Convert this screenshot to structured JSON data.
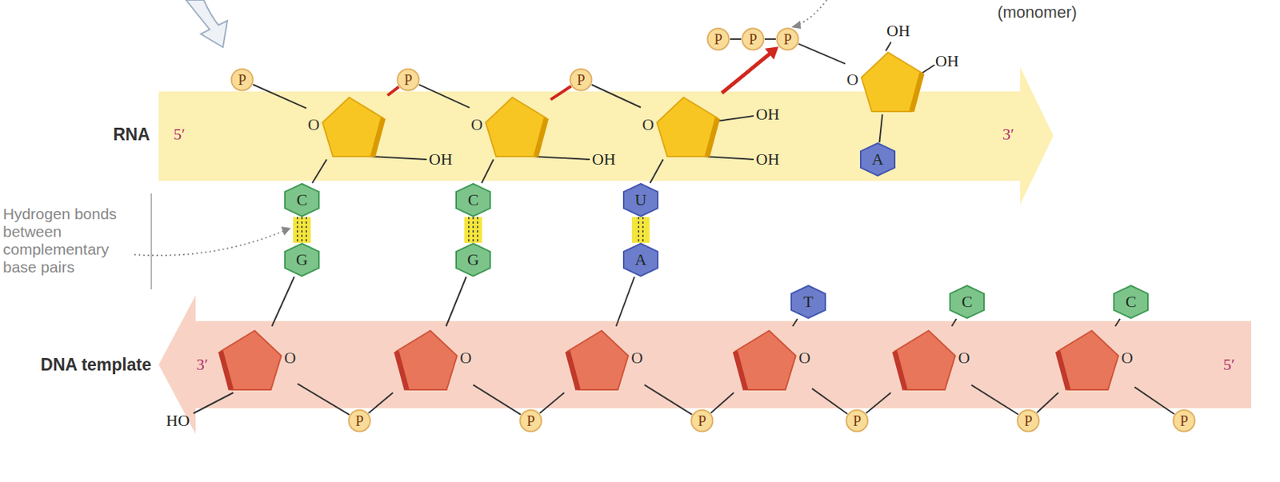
{
  "diagram": {
    "nodes": [
      {
        "text": [
          "P"
        ]
      },
      {
        "text": [
          "O"
        ]
      },
      {
        "text": [
          "P"
        ]
      },
      {
        "text": [
          "O"
        ]
      },
      {
        "text": [
          "P"
        ]
      },
      {
        "text": [
          "O"
        ]
      },
      {
        "text": [
          "P"
        ]
      },
      {
        "text": [
          "P"
        ]
      },
      {
        "text": [
          "P"
        ]
      },
      {
        "text": [
          "O"
        ]
      },
      {
        "text": [
          "C"
        ]
      },
      {
        "text": [
          "C"
        ]
      },
      {
        "text": [
          "U"
        ]
      },
      {
        "text": [
          "A"
        ]
      },
      {
        "text": [
          "G"
        ]
      },
      {
        "text": [
          "G"
        ]
      },
      {
        "text": [
          "A"
        ]
      },
      {
        "text": [
          "T"
        ]
      },
      {
        "text": [
          "C"
        ]
      },
      {
        "text": [
          "C"
        ]
      },
      {
        "text": [
          "O"
        ]
      },
      {
        "text": [
          "O"
        ]
      },
      {
        "text": [
          "O"
        ]
      },
      {
        "text": [
          "O"
        ]
      },
      {
        "text": [
          "O"
        ]
      },
      {
        "text": [
          "O"
        ]
      },
      {
        "text": [
          "P"
        ]
      },
      {
        "text": [
          "P"
        ]
      },
      {
        "text": [
          "P"
        ]
      },
      {
        "text": [
          "P"
        ]
      },
      {
        "text": [
          "P"
        ]
      },
      {
        "text": [
          "P"
        ]
      }
    ],
    "edges": [
      {
        "from": 0,
        "to": 1,
        "arrow": "none"
      },
      {
        "from": 1,
        "to": 2,
        "arrow": "none"
      },
      {
        "from": 2,
        "to": 3,
        "arrow": "none"
      },
      {
        "from": 3,
        "to": 4,
        "arrow": "none"
      },
      {
        "from": 4,
        "to": 5,
        "arrow": "none"
      },
      {
        "from": 5,
        "to": 8,
        "arrow": "to"
      },
      {
        "from": 6,
        "to": 7,
        "arrow": "none"
      },
      {
        "from": 7,
        "to": 8,
        "arrow": "none"
      },
      {
        "from": 8,
        "to": 9,
        "arrow": "none"
      },
      {
        "from": 1,
        "to": 10,
        "arrow": "none"
      },
      {
        "from": 3,
        "to": 11,
        "arrow": "none"
      },
      {
        "from": 5,
        "to": 12,
        "arrow": "none"
      },
      {
        "from": 9,
        "to": 13,
        "arrow": "none"
      },
      {
        "from": 10,
        "to": 14,
        "arrow": "none"
      },
      {
        "from": 11,
        "to": 15,
        "arrow": "none"
      },
      {
        "from": 12,
        "to": 16,
        "arrow": "none"
      },
      {
        "from": 14,
        "to": 20,
        "arrow": "none"
      },
      {
        "from": 15,
        "to": 21,
        "arrow": "none"
      },
      {
        "from": 16,
        "to": 22,
        "arrow": "none"
      },
      {
        "from": 17,
        "to": 23,
        "arrow": "none"
      },
      {
        "from": 18,
        "to": 24,
        "arrow": "none"
      },
      {
        "from": 19,
        "to": 25,
        "arrow": "none"
      },
      {
        "from": 20,
        "to": 26,
        "arrow": "none"
      },
      {
        "from": 26,
        "to": 21,
        "arrow": "none"
      },
      {
        "from": 21,
        "to": 27,
        "arrow": "none"
      },
      {
        "from": 27,
        "to": 22,
        "arrow": "none"
      },
      {
        "from": 22,
        "to": 28,
        "arrow": "none"
      },
      {
        "from": 28,
        "to": 23,
        "arrow": "none"
      },
      {
        "from": 23,
        "to": 29,
        "arrow": "none"
      },
      {
        "from": 29,
        "to": 24,
        "arrow": "none"
      },
      {
        "from": 24,
        "to": 30,
        "arrow": "none"
      },
      {
        "from": 30,
        "to": 25,
        "arrow": "none"
      },
      {
        "from": 25,
        "to": 31,
        "arrow": "none"
      }
    ],
    "labels": [
      "(monomer)",
      "RNA",
      "5′",
      "3′",
      "OH",
      "OH",
      "OH",
      "OH",
      "OH",
      "OH",
      "Hydrogen bonds between complementary base pairs",
      "DNA template",
      "3′",
      "5′",
      "HO"
    ]
  }
}
